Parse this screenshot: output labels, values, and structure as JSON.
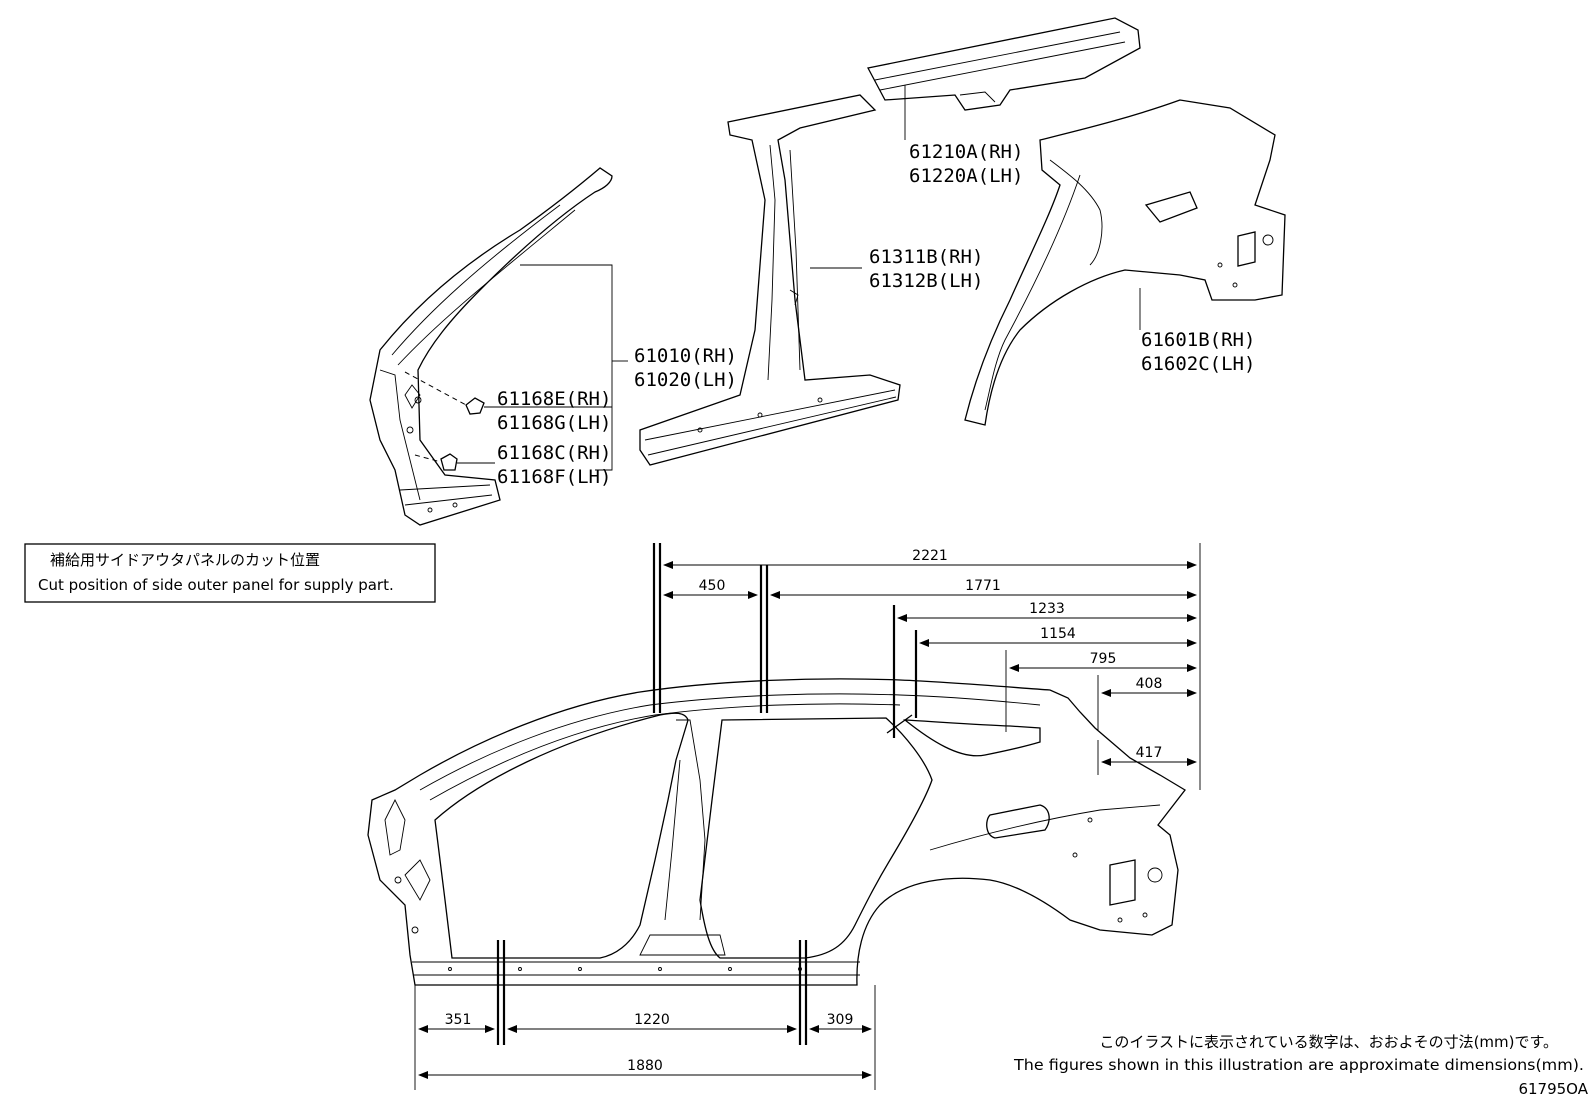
{
  "parts": {
    "p61010": [
      "61010(RH)",
      "61020(LH)"
    ],
    "p61168a": [
      "61168E(RH)",
      "61168G(LH)"
    ],
    "p61168b": [
      "61168C(RH)",
      "61168F(LH)"
    ],
    "p61311": [
      "61311B(RH)",
      "61312B(LH)"
    ],
    "p61210": [
      "61210A(RH)",
      "61220A(LH)"
    ],
    "p61601": [
      "61601B(RH)",
      "61602C(LH)"
    ]
  },
  "cut_box": {
    "title_ja": "補給用サイドアウタパネルのカット位置",
    "title_en": "Cut position of side outer panel for supply part."
  },
  "dimensions": {
    "top": [
      "2221",
      "450",
      "1771",
      "1233",
      "1154",
      "795",
      "408",
      "417"
    ],
    "bottom": [
      "351",
      "1220",
      "309",
      "1880"
    ]
  },
  "footer": {
    "note_ja": "このイラストに表示されている数字は、おおよその寸法(mm)です。",
    "note_en": "The figures shown in this illustration are approximate dimensions(mm).",
    "ref": "61795OA"
  }
}
